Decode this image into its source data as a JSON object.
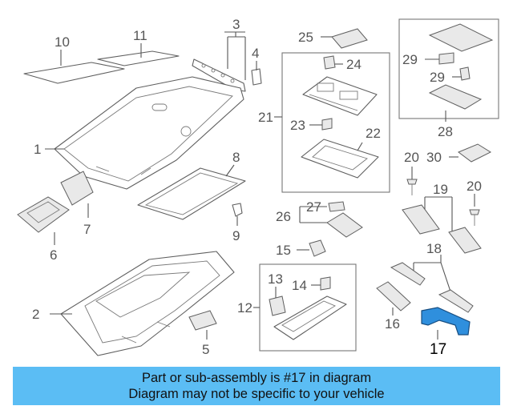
{
  "callouts": {
    "c1": "1",
    "c2": "2",
    "c3": "3",
    "c4": "4",
    "c5": "5",
    "c6": "6",
    "c7": "7",
    "c8": "8",
    "c9": "9",
    "c10": "10",
    "c11": "11",
    "c12": "12",
    "c13": "13",
    "c14": "14",
    "c15": "15",
    "c16": "16",
    "c17": "17",
    "c18": "18",
    "c19": "19",
    "c20a": "20",
    "c20b": "20",
    "c21": "21",
    "c22": "22",
    "c23": "23",
    "c24": "24",
    "c25": "25",
    "c26": "26",
    "c27": "27",
    "c28": "28",
    "c29a": "29",
    "c29b": "29",
    "c30": "30"
  },
  "highlight": {
    "part_number": "17",
    "color": "#2f8fdd"
  },
  "banner": {
    "line1": "Part or sub-assembly is #17 in diagram",
    "line2": "Diagram may not be specific to your vehicle",
    "color": "#5bbdf4"
  }
}
